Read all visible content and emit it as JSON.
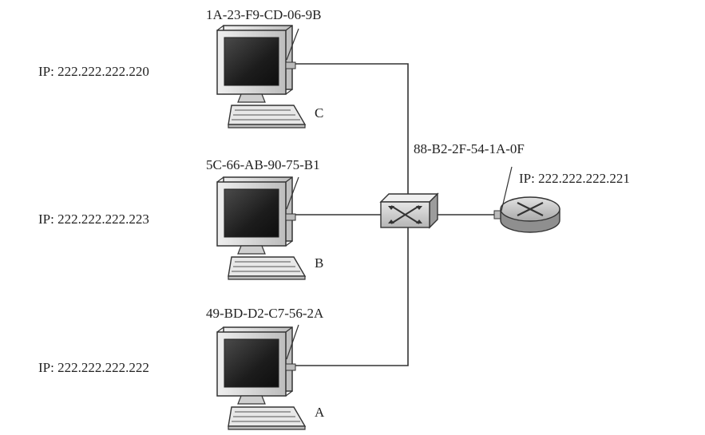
{
  "hosts": [
    {
      "name": "C",
      "mac": "1A-23-F9-CD-06-9B",
      "ip_label": "IP: 222.222.222.220"
    },
    {
      "name": "B",
      "mac": "5C-66-AB-90-75-B1",
      "ip_label": "IP: 222.222.222.223"
    },
    {
      "name": "A",
      "mac": "49-BD-D2-C7-56-2A",
      "ip_label": "IP: 222.222.222.222"
    }
  ],
  "router": {
    "mac": "88-B2-2F-54-1A-0F",
    "ip_label": "IP: 222.222.222.221"
  },
  "colors": {
    "line": "#333333",
    "screen": "#2b2b2b",
    "case": "#dcdcdc",
    "router_fill": "#c9c9c9"
  }
}
